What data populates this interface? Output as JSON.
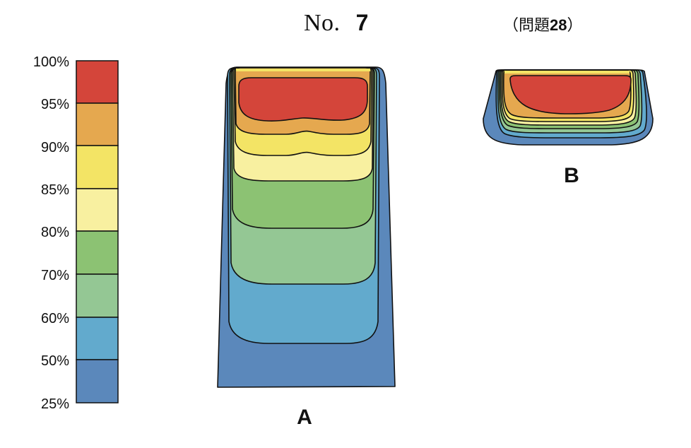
{
  "header": {
    "no_label": "No.",
    "no_number": "7",
    "problem_prefix": "（問題",
    "problem_number": "28",
    "problem_suffix": "）"
  },
  "scale": {
    "labels": [
      "100%",
      "95%",
      "90%",
      "85%",
      "80%",
      "70%",
      "60%",
      "50%",
      "25%"
    ],
    "bands": [
      {
        "range": "95-100%",
        "color": "#d4453a"
      },
      {
        "range": "90-95%",
        "color": "#e5a84f"
      },
      {
        "range": "85-90%",
        "color": "#f3e465"
      },
      {
        "range": "80-85%",
        "color": "#f8f0a0"
      },
      {
        "range": "70-80%",
        "color": "#8cc273"
      },
      {
        "range": "60-70%",
        "color": "#94c794"
      },
      {
        "range": "50-60%",
        "color": "#62aacd"
      },
      {
        "range": "25-50%",
        "color": "#5b88bb"
      }
    ]
  },
  "shapes": {
    "a_label": "A",
    "b_label": "B"
  }
}
